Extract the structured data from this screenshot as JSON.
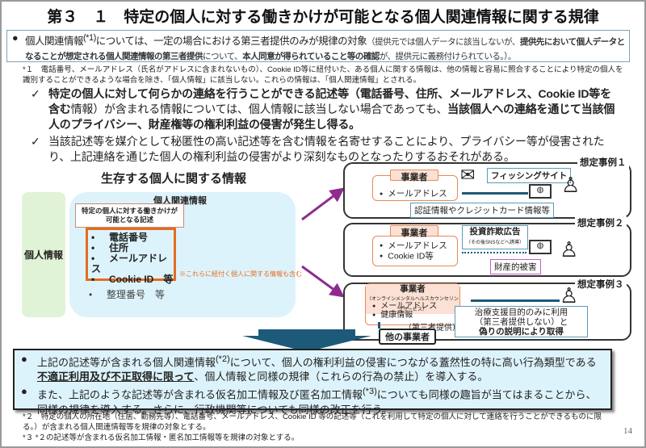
{
  "title": "第３　１　特定の個人に対する働きかけが可能となる個人関連情報に関する規律",
  "top_box": {
    "bullet": "●",
    "p1": "個人関連情報",
    "sup": "(*1)",
    "p2": "については、一定の場合における第三者提供のみが規律の対象",
    "p3": "（提供元では個人データに該当しないが、",
    "p4": "提供先において個人データとなることが想定される個人関連情報の第三者提供",
    "p5": "について、",
    "p6": "本人同意が得られていること等の確認",
    "p7": "が、提供元に義務付けられている。）。"
  },
  "footnote1": "*１　電話番号、メールアドレス（氏名がアドレスに含まれないもの）、Cookie ID等に紐付いた、ある個人に関する情報は、他の情報と容易に照合することにより特定の個人を識別することができるような場合を除き、「個人情報」に該当しない。これらの情報は、「個人関連情報」とされる。",
  "checks": [
    {
      "mark": "✓",
      "a": "特定の個人に対して何らかの連絡を行うことができる記述等（電話番号、住所、メールアドレス、Cookie ID等を含む",
      "b": "情報）が含まれる情報については、個人情報に該当しない場合であっても、",
      "c": "当該個人への連絡を通じて当該個人のプライバシー、財産権等の権利利益の侵害が発生し得る。"
    },
    {
      "mark": "✓",
      "a": "当該記述等を媒介として秘匿性の高い記述等を含む情報を名寄せすることにより、プライバシー等が侵害されたり、上記連絡を通じた個人の権利利益の侵害がより深刻なものとなったりするおそれがある。"
    }
  ],
  "diagram": {
    "heading": "生存する個人に関する情報",
    "personal_info": "個人情報",
    "related_info": "個人関連情報",
    "contact_label": "特定の個人に対する働きかけが可能となる記述",
    "items": [
      "電話番号",
      "住所",
      "メールアドレス",
      "Cookie ID　等"
    ],
    "other_item": "整理番号　等",
    "note": "※これらに紐付く個人に関する情報も含む",
    "bullet": "•"
  },
  "cases": [
    {
      "title": "想定事例１",
      "business": "事業者",
      "items": [
        "メールアドレス"
      ],
      "tag1": "フィッシングサイト",
      "tag2": "認証情報やクレジットカード情報等"
    },
    {
      "title": "想定事例２",
      "business": "事業者",
      "items": [
        "メールアドレス",
        "Cookie ID等"
      ],
      "tag1": "投資詐欺広告",
      "tag1_sub": "（その後SNSなどへ誘導）",
      "tag2": "財産的被害"
    },
    {
      "title": "想定事例３",
      "business": "事業者",
      "business_sub": "（オンラインメンタルヘルスカウンセリングサービス）",
      "items": [
        "メールアドレス",
        "健康情報"
      ],
      "provide": "（第三者提供）",
      "other": "他の事業者",
      "tag1": "治療支援目的のみに利用",
      "tag2": "（第三者提供しない）と",
      "tag3": "偽りの説明により取得"
    }
  ],
  "bottom": {
    "b1a": "上記の記述等が含まれる個人関連情報",
    "b1sup": "(*2)",
    "b1b": "について、個人の権利利益の侵害につながる蓋然性の特に高い行為類型である",
    "b1c": "不適正利用及び不正取得に限って",
    "b1d": "、個人情報と同様の規律（これらの行為の禁止）を導入する。",
    "b2a": "また、上記のような記述等が含まれる仮名加工情報及び匿名加工情報",
    "b2sup": "(*3)",
    "b2b": "についても同様の趣旨が当てはまることから、同様の規律を導入する。さらに、行政機関等についても同様の改正を行う。",
    "bullet": "●"
  },
  "footnote2": "*２　特定の個人の所在地（住居、勤務先等）、電話番号、メールアドレス、Cookie ID 等の記述等（これを利用して特定の個人に対して連絡を行うことができるものに限る。）が含まれる個人関連情報等を規律の対象とする。",
  "footnote3": "*３ *２の記述等が含まれる仮名加工情報・匿名加工情報等を規律の対象とする。",
  "page_number": "14"
}
